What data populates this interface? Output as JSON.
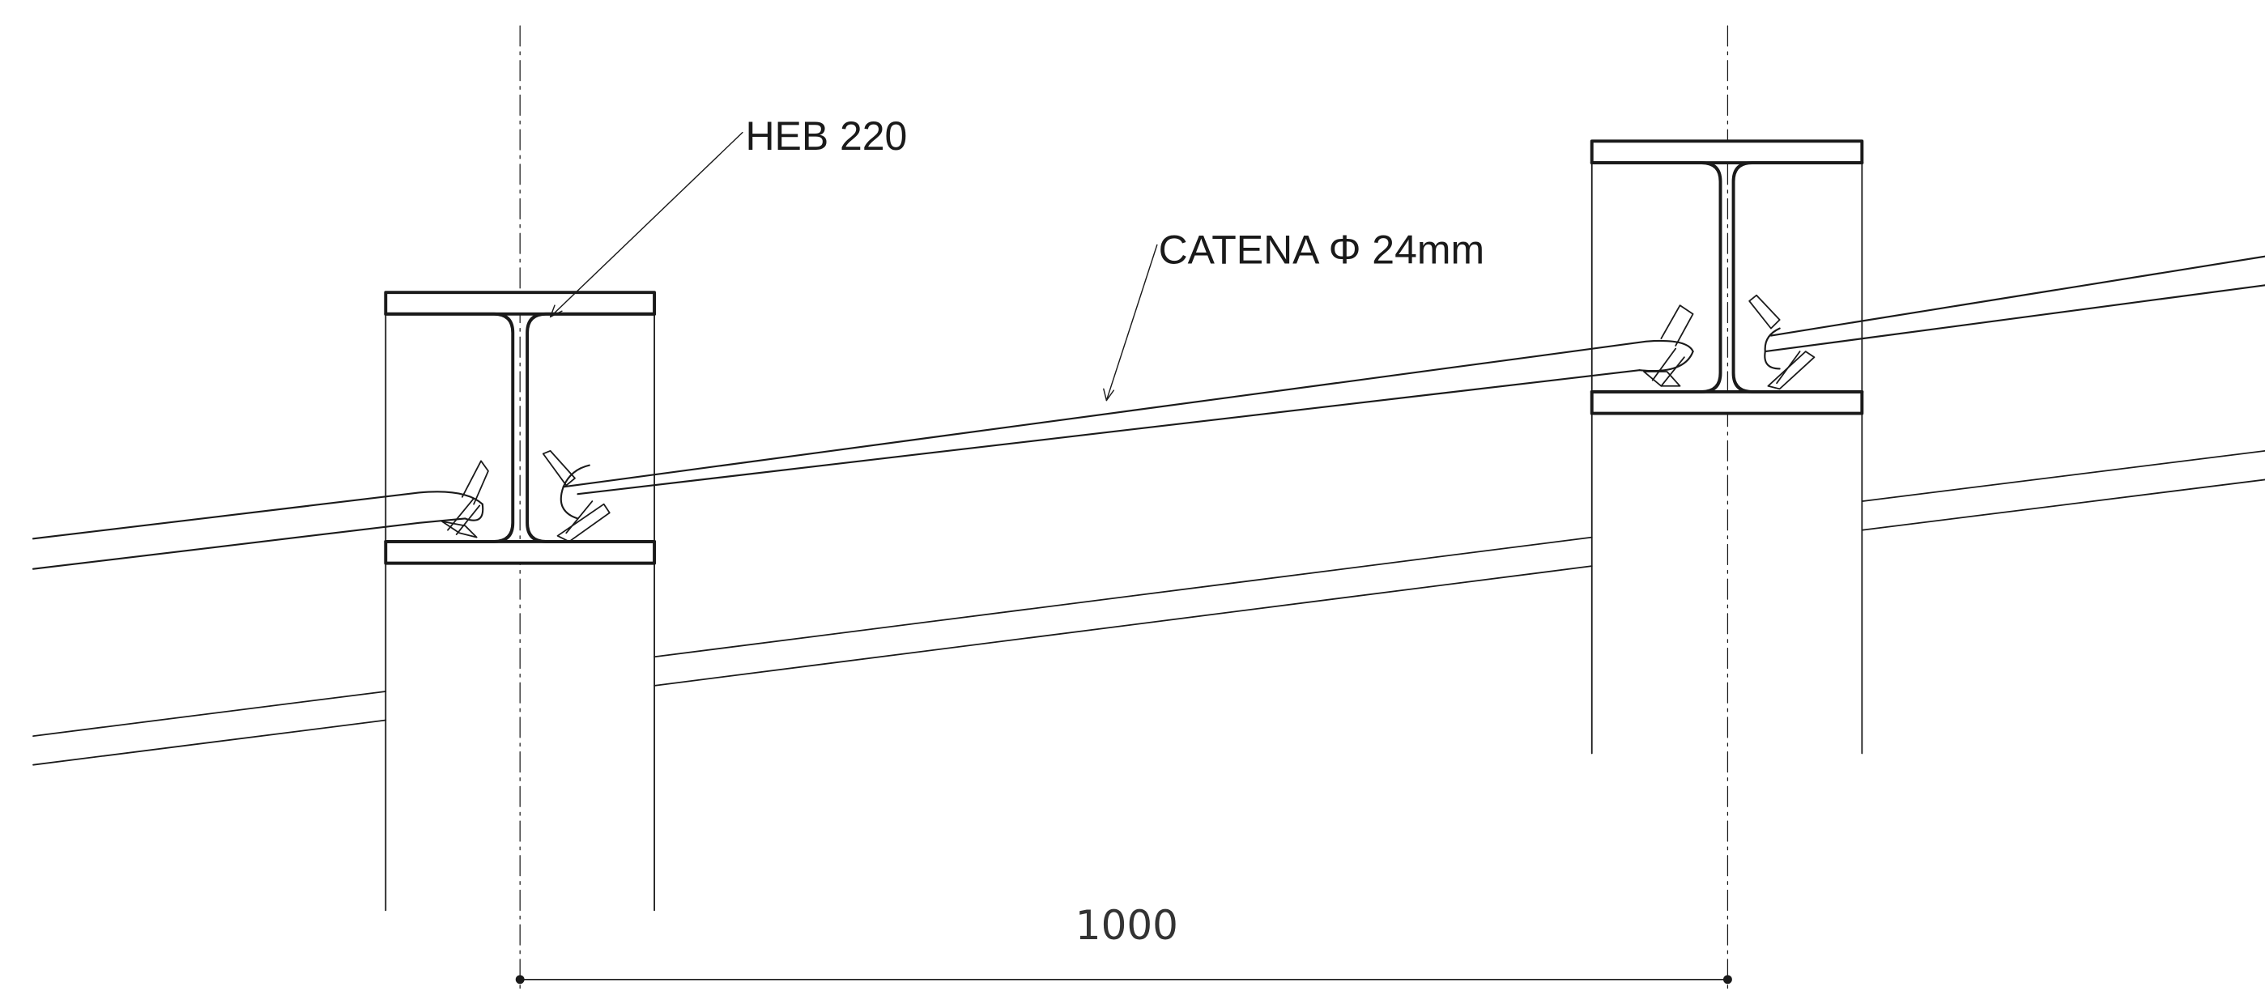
{
  "labels": {
    "beam": "HEB 220",
    "chain": "CATENA Φ 24mm",
    "dimension": "1000"
  },
  "colors": {
    "background": "#ffffff",
    "line": "#1a1a1a"
  }
}
